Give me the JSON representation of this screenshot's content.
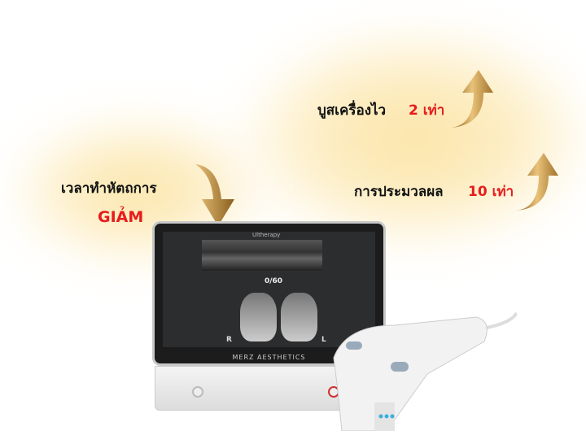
{
  "callouts": {
    "time_label": "เวลาทำหัตถการ",
    "time_value": "GIẢM",
    "speed_label": "บูสเครื่องไว",
    "speed_value": "2 เท่า",
    "process_label": "การประมวลผล",
    "process_value": "10 เท่า"
  },
  "device": {
    "app_name": "Ultherapy",
    "counter": "0/60",
    "left_side": "R",
    "right_side": "L",
    "brand": "MERZ AESTHETICS"
  },
  "colors": {
    "accent_red": "#e81b1b",
    "gold": "#c8963a"
  }
}
